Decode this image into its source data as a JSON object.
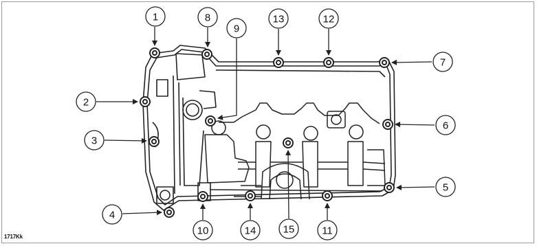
{
  "figure_reference": "1717Kk",
  "colors": {
    "line": "#222222",
    "fill_light": "#ffffff",
    "gray": "#9a9a9a"
  },
  "callouts": [
    {
      "id": 1,
      "label": "1"
    },
    {
      "id": 2,
      "label": "2"
    },
    {
      "id": 3,
      "label": "3"
    },
    {
      "id": 4,
      "label": "4"
    },
    {
      "id": 5,
      "label": "5"
    },
    {
      "id": 6,
      "label": "6"
    },
    {
      "id": 7,
      "label": "7"
    },
    {
      "id": 8,
      "label": "8"
    },
    {
      "id": 9,
      "label": "9"
    },
    {
      "id": 10,
      "label": "10"
    },
    {
      "id": 11,
      "label": "11"
    },
    {
      "id": 12,
      "label": "12"
    },
    {
      "id": 13,
      "label": "13"
    },
    {
      "id": 14,
      "label": "14"
    },
    {
      "id": 15,
      "label": "15"
    }
  ]
}
